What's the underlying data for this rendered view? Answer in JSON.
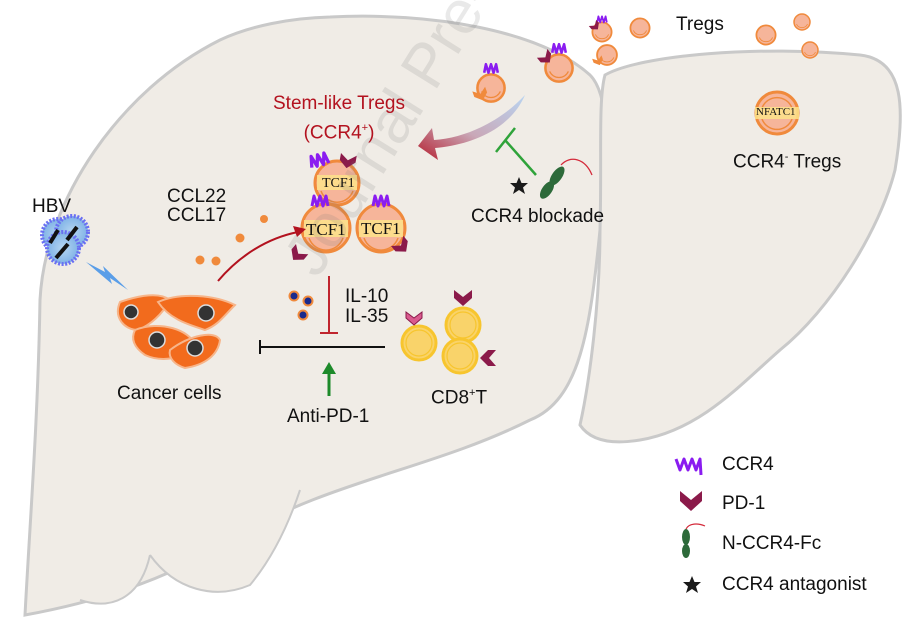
{
  "figure": {
    "title": "CCR4 blockade and stem-like Tregs in HBV-related liver cancer",
    "watermark": "Journal Pre-proof"
  },
  "labels": {
    "tregs": "Tregs",
    "ccr4_neg_tregs_main": "CCR4",
    "ccr4_neg_tregs_sup": "-",
    "ccr4_neg_tregs_suffix": " Tregs",
    "nfatc1": "NFATC1",
    "stem_like_line1": "Stem-like Tregs",
    "stem_like_line2_pre": "(CCR4",
    "stem_like_line2_sup": "+",
    "stem_like_line2_post": ")",
    "tcf1": "TCF1",
    "ccr4_blockade": "CCR4 blockade",
    "hbv": "HBV",
    "ccl22": "CCL22",
    "ccl17": "CCL17",
    "cancer_cells": "Cancer cells",
    "il10": "IL-10",
    "il35": "IL-35",
    "cd8_pre": "CD8",
    "cd8_sup": "+",
    "cd8_post": "T",
    "anti_pd1": "Anti-PD-1"
  },
  "legend": [
    {
      "icon": "ccr4-receptor-icon",
      "label": "CCR4"
    },
    {
      "icon": "pd1-receptor-icon",
      "label": "PD-1"
    },
    {
      "icon": "n-ccr4-fc-icon",
      "label": "N-CCR4-Fc"
    },
    {
      "icon": "star-antagonist-icon",
      "label": "CCR4 antagonist"
    }
  ],
  "colors": {
    "liver_fill": "#f0ece6",
    "liver_stroke": "#c9c9c9",
    "treg_orange": "#f08a3c",
    "treg_fill": "#f6b59a",
    "ccr4_purple": "#8a1cf0",
    "pd1_maroon": "#8b1a4a",
    "nucleus_yellow": "#fde38a",
    "cancer_orange": "#f26b1d",
    "cd8_yellow": "#f7c52e",
    "inhibit_red": "#c0252e",
    "anti_pd1_green": "#1d8a2a",
    "blockade_green": "#2fa33a",
    "hbv_blue": "#6a6ff2",
    "title_red": "#b3121f"
  }
}
